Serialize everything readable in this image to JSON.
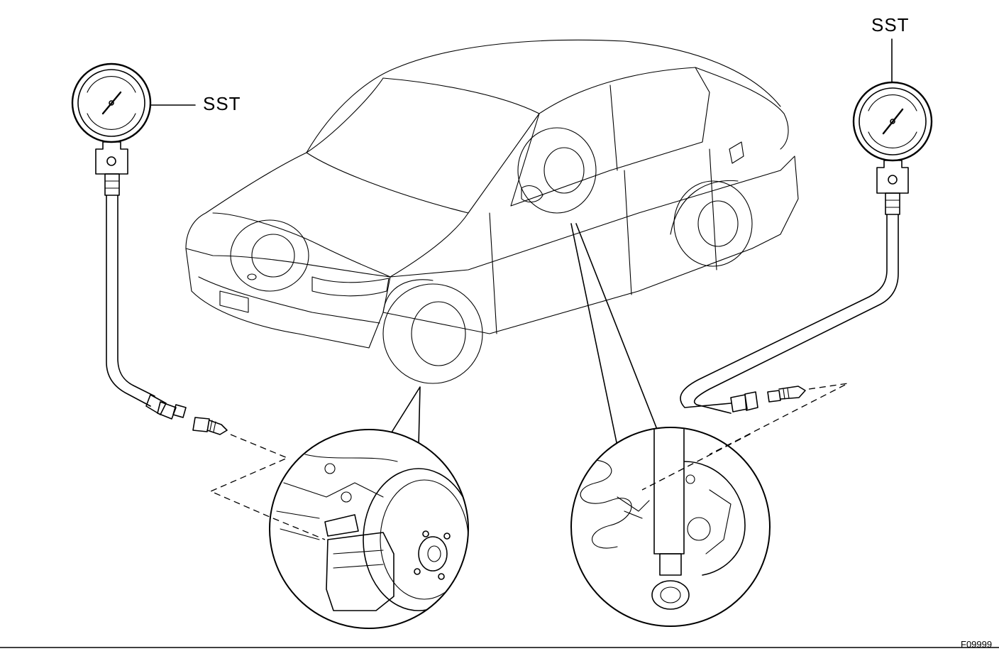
{
  "labels": {
    "sst_left": "SST",
    "sst_right": "SST",
    "figure_code": "F09999"
  }
}
